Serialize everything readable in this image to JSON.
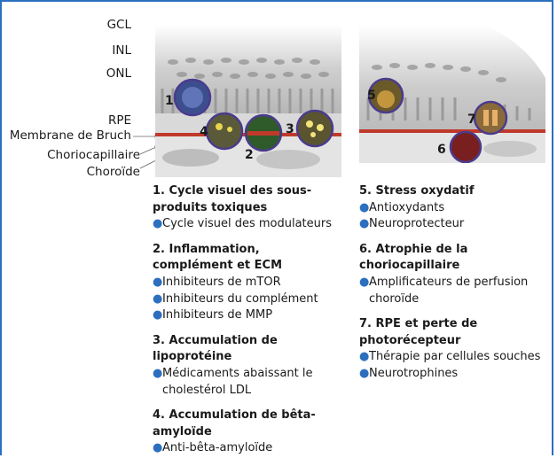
{
  "layer_labels": [
    "GCL",
    "INL",
    "ONL",
    "RPE",
    "Membrane de Bruch",
    "Choriocapillaire",
    "Choroïde"
  ],
  "markers": [
    "1",
    "2",
    "3",
    "4",
    "5",
    "6",
    "7"
  ],
  "left_sections": [
    {
      "title": "1. Cycle visuel des sous-produits toxiques",
      "items": [
        "Cycle visuel des modulateurs"
      ]
    },
    {
      "title": "2. Inflammation, complément et ECM",
      "items": [
        "Inhibiteurs de mTOR",
        "Inhibiteurs du complément",
        "Inhibiteurs de MMP"
      ]
    },
    {
      "title": "3. Accumulation de lipoprotéine",
      "items": [
        "Médicaments abaissant le cholestérol LDL"
      ]
    },
    {
      "title": "4. Accumulation de bêta-amyloïde",
      "items": [
        "Anti-bêta-amyloïde"
      ]
    }
  ],
  "right_sections": [
    {
      "title": "5. Stress oxydatif",
      "items": [
        "Antioxydants",
        "Neuroprotecteur"
      ]
    },
    {
      "title": "6. Atrophie de la choriocapillaire",
      "items": [
        "Amplificateurs de perfusion choroïde"
      ]
    },
    {
      "title": "7. RPE et perte de photorécepteur",
      "items": [
        "Thérapie par cellules souches",
        "Neurotrophines"
      ]
    }
  ],
  "colors": {
    "frame": "#2c6fbf",
    "bullet": "#2c6fbf",
    "bruch": "#c0392b",
    "lens_ring": "#4a3b8c"
  }
}
